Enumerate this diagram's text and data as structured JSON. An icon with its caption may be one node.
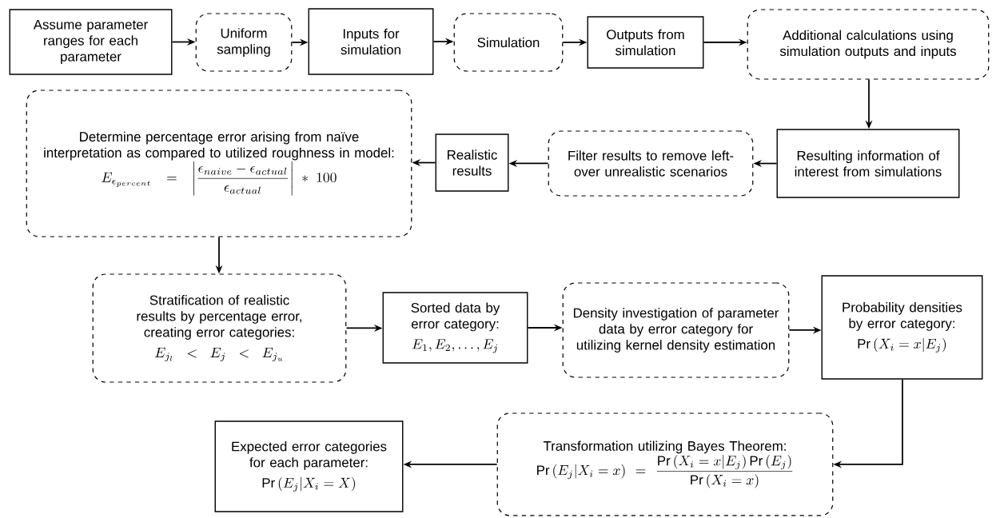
{
  "diagram": {
    "nodes": [
      {
        "text": [
          "Assume parameter ranges for each parameter"
        ]
      },
      {
        "text": [
          "Uniform sampling"
        ]
      },
      {
        "text": [
          "Inputs for simulation"
        ]
      },
      {
        "text": [
          "Simulation"
        ]
      },
      {
        "text": [
          "Outputs from simulation"
        ]
      },
      {
        "text": [
          "Additional calculations using simulation outputs and inputs"
        ]
      },
      {
        "text": [
          "Resulting information of interest from simulations"
        ]
      },
      {
        "text": [
          "Filter results to remove left-over unrealistic scenarios"
        ]
      },
      {
        "text": [
          "Realistic results"
        ]
      },
      {
        "text": [
          "Determine percentage error arising from naïve interpretation as compared to utilized roughness in model:",
          "E_{\\epsilon_{percent}} = \\left|\\frac{\\epsilon_{naive} - \\epsilon_{actual}}{\\epsilon_{actual}}\\right| * 100"
        ]
      },
      {
        "text": [
          "Stratification of realistic results by percentage error, creating error categories:",
          "E_{j_l} < E_j < E_{j_u}"
        ]
      },
      {
        "text": [
          "Sorted data by error category:",
          "E_1, E_2, \\ldots, E_j"
        ]
      },
      {
        "text": [
          "Density investigation of parameter data by error category for utilizing kernel density estimation"
        ]
      },
      {
        "text": [
          "Probability densities by error category:",
          "\\Pr\\left(X_i = x \\middle| E_j\\right)"
        ]
      },
      {
        "text": [
          "Transformation utilizing Bayes Theorem:",
          "\\Pr\\left(E_j \\middle| X_i = x\\right) = \\frac{\\Pr\\left(X_i = x \\middle| E_j\\right) \\Pr\\left(E_j\\right)}{\\Pr\\left(X_i = x\\right)}"
        ]
      },
      {
        "text": [
          "Expected error categories for each parameter:",
          "\\Pr\\left(E_j \\middle| X_i = X\\right)"
        ]
      }
    ],
    "edges": [
      {
        "from": 0,
        "to": 1,
        "arrow": "to"
      },
      {
        "from": 1,
        "to": 2,
        "arrow": "to"
      },
      {
        "from": 2,
        "to": 3,
        "arrow": "to"
      },
      {
        "from": 3,
        "to": 4,
        "arrow": "to"
      },
      {
        "from": 4,
        "to": 5,
        "arrow": "to"
      },
      {
        "from": 5,
        "to": 6,
        "arrow": "to"
      },
      {
        "from": 6,
        "to": 7,
        "arrow": "to"
      },
      {
        "from": 7,
        "to": 8,
        "arrow": "to"
      },
      {
        "from": 8,
        "to": 9,
        "arrow": "to"
      },
      {
        "from": 9,
        "to": 10,
        "arrow": "to"
      },
      {
        "from": 10,
        "to": 11,
        "arrow": "to"
      },
      {
        "from": 11,
        "to": 12,
        "arrow": "to"
      },
      {
        "from": 12,
        "to": 13,
        "arrow": "to"
      },
      {
        "from": 13,
        "to": 14,
        "arrow": "to"
      },
      {
        "from": 14,
        "to": 15,
        "arrow": "to"
      }
    ]
  }
}
